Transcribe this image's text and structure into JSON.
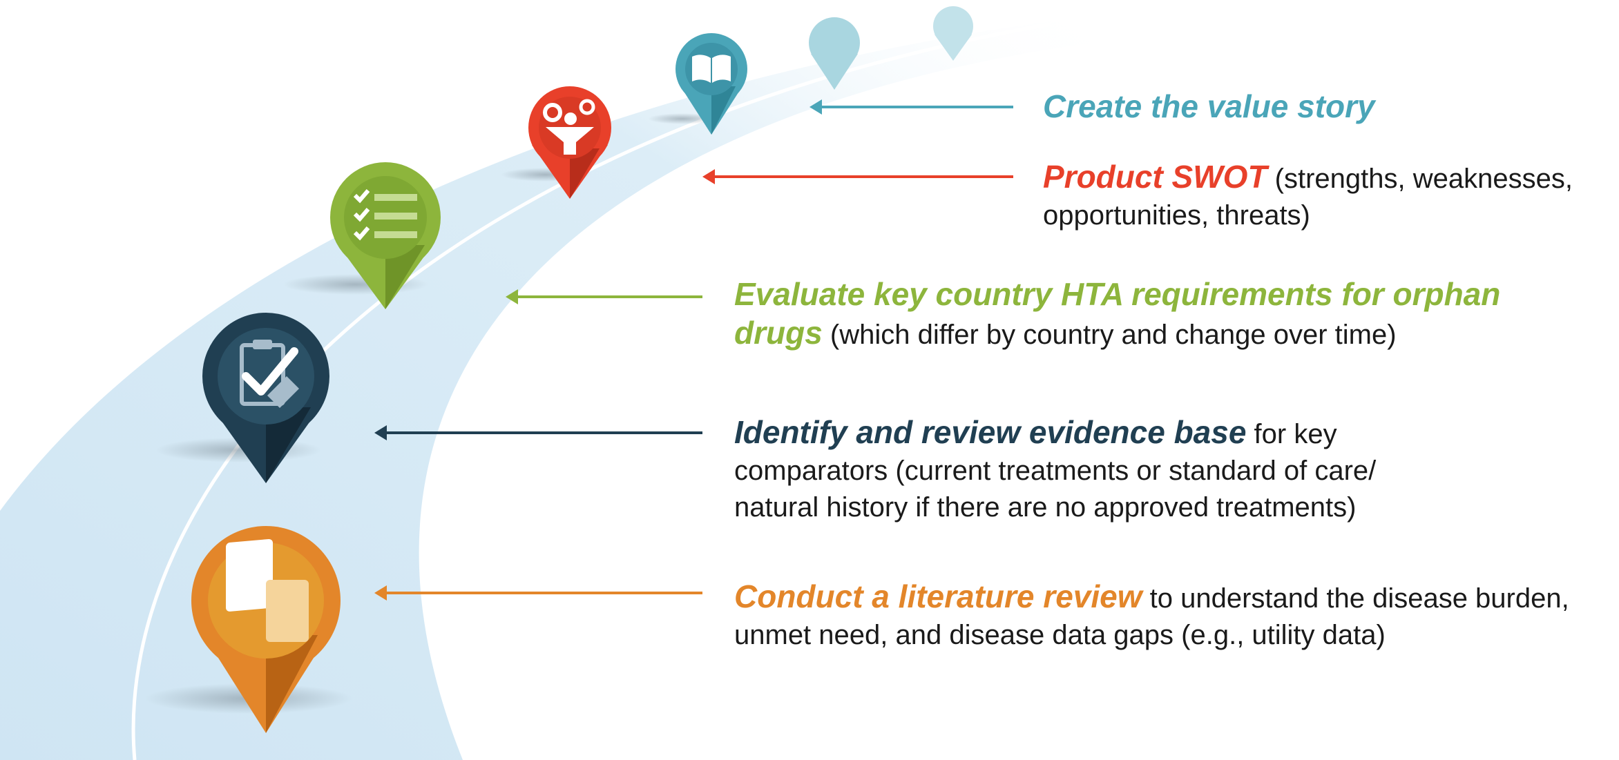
{
  "colors": {
    "teal": "#4aa5b8",
    "red": "#e8402a",
    "green": "#8db53c",
    "navy": "#203f52",
    "orange": "#e3862a",
    "road": "#cfe5f3",
    "faded_teal": "#a9d6e0"
  },
  "pins": [
    {
      "icon": "book-icon",
      "color": "#4aa5b8"
    },
    {
      "icon": "gears-funnel-icon",
      "color": "#e8402a"
    },
    {
      "icon": "checklist-icon",
      "color": "#8db53c"
    },
    {
      "icon": "clipboard-check-icon",
      "color": "#203f52"
    },
    {
      "icon": "books-icon",
      "color": "#e3862a"
    }
  ],
  "steps": [
    {
      "highlight": "Create the value story",
      "text": "",
      "color": "#4aa5b8"
    },
    {
      "highlight": "Product SWOT",
      "text": " (strengths, weaknesses, opportunities, threats)",
      "color": "#e8402a"
    },
    {
      "highlight": "Evaluate key country HTA requirements for orphan drugs",
      "text": " (which differ by country and change over time)",
      "color": "#8db53c"
    },
    {
      "highlight": "Identify and review evidence base",
      "text": " for key comparators (current treatments or standard of care/ natural history if there are no approved treatments)",
      "color": "#203f52"
    },
    {
      "highlight": "Conduct a literature review",
      "text": " to understand the disease burden, unmet need, and disease data gaps (e.g., utility data)",
      "color": "#e3862a"
    }
  ]
}
